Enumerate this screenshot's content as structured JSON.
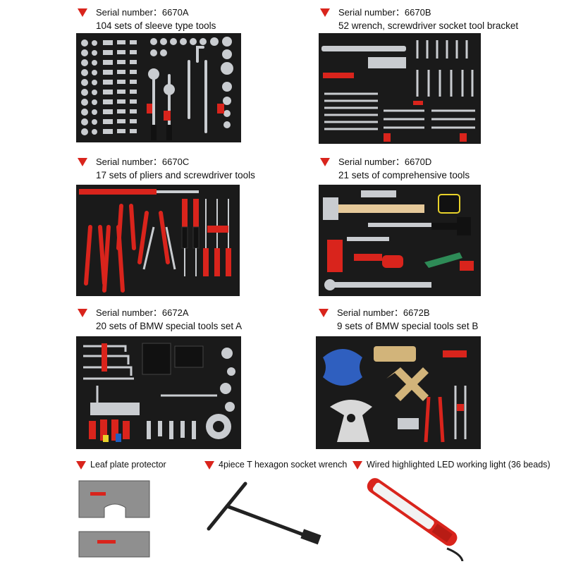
{
  "sections": [
    {
      "serial": "Serial number：6670A",
      "desc": "104 sets of sleeve type tools"
    },
    {
      "serial": "Serial number：6670B",
      "desc": "52 wrench, screwdriver socket tool bracket"
    },
    {
      "serial": "Serial number：6670C",
      "desc": "17 sets of pliers and screwdriver tools"
    },
    {
      "serial": "Serial number：6670D",
      "desc": "21 sets of comprehensive tools"
    },
    {
      "serial": "Serial number：6672A",
      "desc": "20 sets of BMW special tools set A"
    },
    {
      "serial": "Serial number：6672B",
      "desc": "9 sets of BMW special tools set B"
    }
  ],
  "bottom": [
    {
      "label": "Leaf plate protector"
    },
    {
      "label": "4piece T hexagon socket wrench"
    },
    {
      "label": "Wired highlighted LED working light (36 beads)"
    }
  ],
  "colors": {
    "accent": "#d9241c",
    "tray": "#1a1a1a",
    "metal": "#c9ccd0"
  }
}
